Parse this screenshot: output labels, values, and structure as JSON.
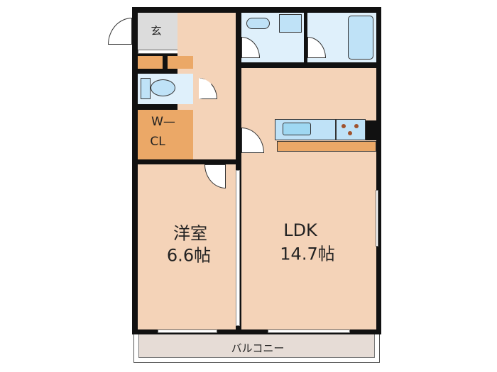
{
  "rooms": {
    "entrance": "玄",
    "walk_in_closet_line1": "W—",
    "walk_in_closet_line2": "CL",
    "western_room_name": "洋室",
    "western_room_size": "6.6帖",
    "ldk_name": "LDK",
    "ldk_size": "14.7帖",
    "balcony": "バルコニー"
  },
  "colors": {
    "room": "#f4d3b8",
    "wet_area": "#dff0fb",
    "storage": "#eba867",
    "entrance": "#dcdcdc",
    "balcony": "#e6dcd6"
  }
}
